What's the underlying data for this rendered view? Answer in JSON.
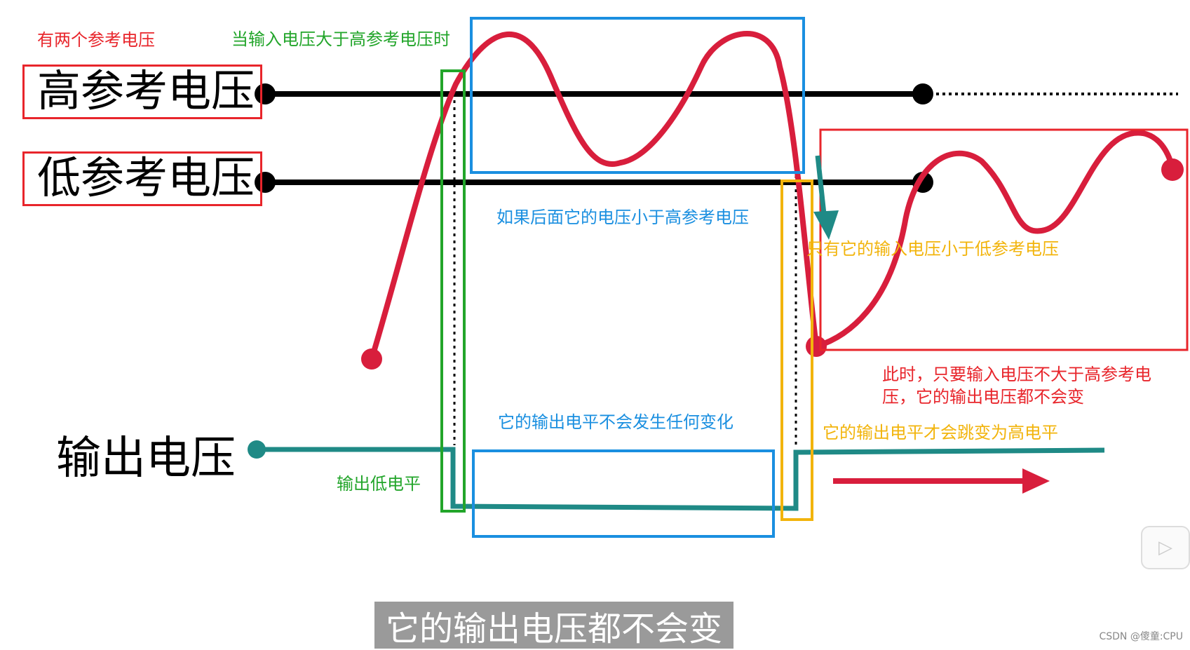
{
  "labels": {
    "two_refs": "有两个参考电压",
    "high_ref": "高参考电压",
    "low_ref": "低参考电压",
    "output": "输出电压",
    "when_above_high": "当输入电压大于高参考电压时",
    "if_below_high": "如果后面它的电压小于高参考电压",
    "no_change": "它的输出电平不会发生任何变化",
    "output_low": "输出低电平",
    "only_below_low": "只有它的输入电压小于低参考电压",
    "jump_high": "它的输出电平才会跳变为高电平",
    "note_line1": "此时，只要输入电压不大于高参考电",
    "note_line2": "压，它的输出电压都不会变"
  },
  "subtitle": "它的输出电压都不会变",
  "watermark": "CSDN @傻童:CPU",
  "play_icon": "▷",
  "colors": {
    "red": "#e8252b",
    "curve": "#d81e3c",
    "green": "#22a52a",
    "blue": "#1a8fe0",
    "yellow": "#f2b40c",
    "teal": "#1f8a86",
    "black": "#000000"
  }
}
